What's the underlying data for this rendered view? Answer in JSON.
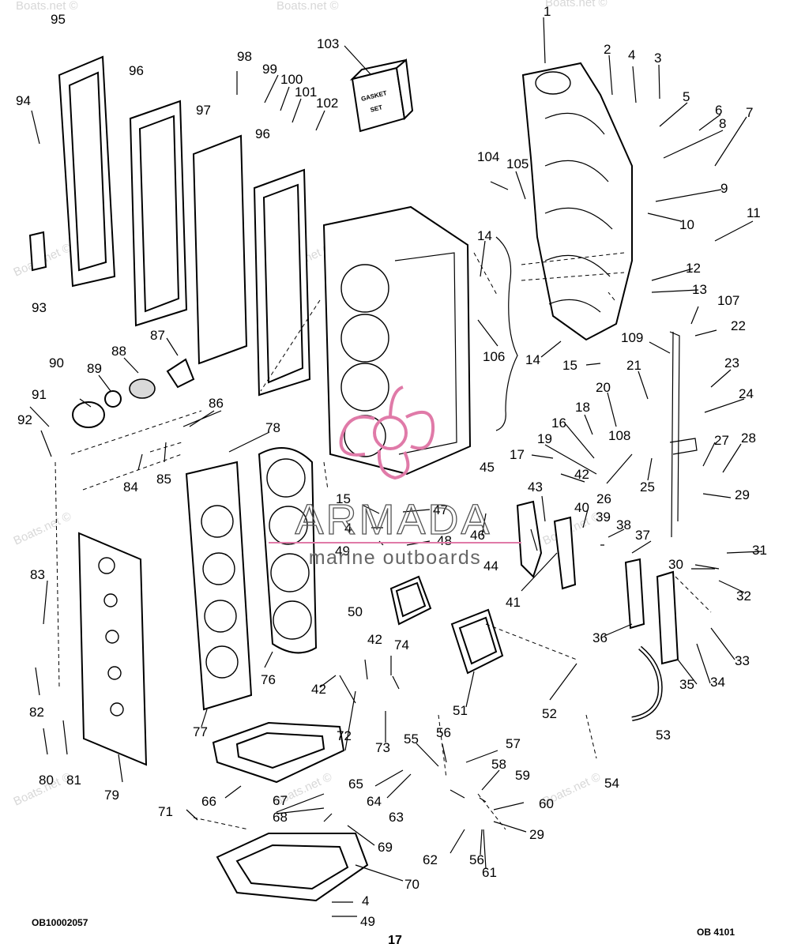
{
  "callouts": [
    "1",
    "2",
    "3",
    "4",
    "5",
    "6",
    "7",
    "8",
    "9",
    "10",
    "11",
    "12",
    "13",
    "14",
    "14",
    "15",
    "15",
    "16",
    "17",
    "18",
    "19",
    "20",
    "21",
    "22",
    "23",
    "24",
    "25",
    "26",
    "27",
    "28",
    "29",
    "29",
    "30",
    "31",
    "32",
    "33",
    "34",
    "35",
    "36",
    "37",
    "38",
    "39",
    "40",
    "41",
    "42",
    "42",
    "42",
    "43",
    "44",
    "45",
    "46",
    "47",
    "48",
    "49",
    "49",
    "50",
    "51",
    "52",
    "53",
    "54",
    "55",
    "56",
    "56",
    "57",
    "58",
    "59",
    "60",
    "61",
    "62",
    "63",
    "64",
    "65",
    "66",
    "67",
    "68",
    "69",
    "70",
    "71",
    "72",
    "73",
    "74",
    "76",
    "77",
    "78",
    "79",
    "80",
    "81",
    "82",
    "83",
    "84",
    "85",
    "86",
    "87",
    "88",
    "89",
    "90",
    "91",
    "92",
    "93",
    "94",
    "95",
    "96",
    "96",
    "97",
    "98",
    "99",
    "100",
    "101",
    "102",
    "103",
    "104",
    "105",
    "106",
    "107",
    "108",
    "109",
    "4",
    "4"
  ],
  "gasket_box": {
    "line1": "GASKET",
    "line2": "SET"
  },
  "watermark": {
    "text": "Boats.net ©"
  },
  "brand": {
    "name": "ARMADA",
    "tagline": "marine outboards"
  },
  "footer": {
    "left_code": "OB10002057",
    "right_code": "OB 4101",
    "page_number": "17"
  },
  "colors": {
    "ink": "#000000",
    "logo_pink": "#e07aa8",
    "watermark": "#b8b8b8"
  }
}
